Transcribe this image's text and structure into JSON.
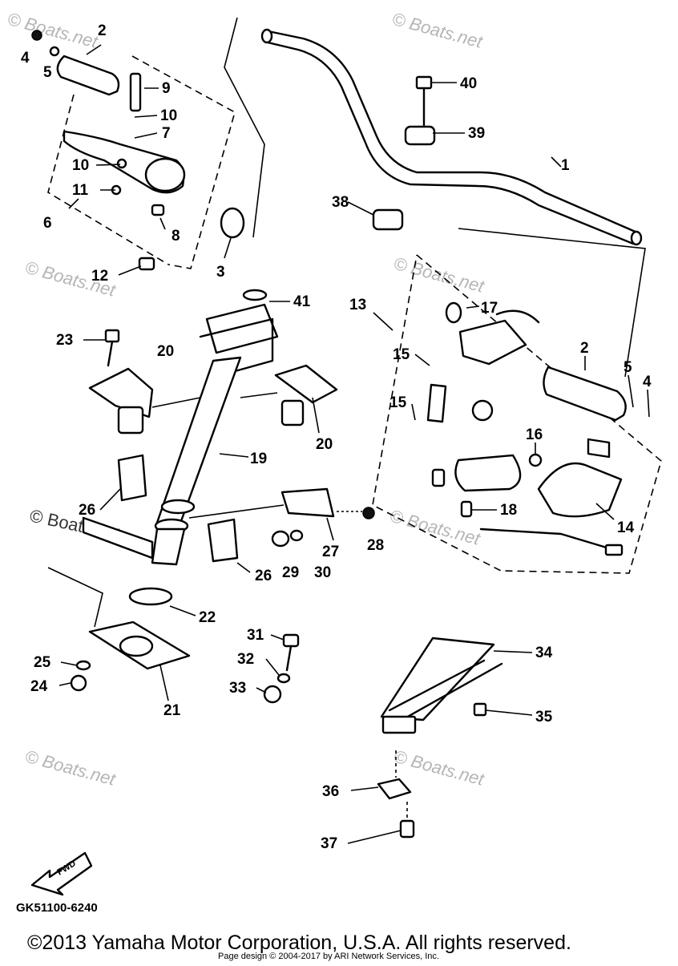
{
  "diagram": {
    "callouts": {
      "c1": "1",
      "c2a": "2",
      "c2b": "2",
      "c3": "3",
      "c4a": "4",
      "c4b": "4",
      "c5a": "5",
      "c5b": "5",
      "c6": "6",
      "c7": "7",
      "c8": "8",
      "c9": "9",
      "c10a": "10",
      "c10b": "10",
      "c11": "11",
      "c12": "12",
      "c13": "13",
      "c14": "14",
      "c15a": "15",
      "c15b": "15",
      "c16": "16",
      "c17": "17",
      "c18": "18",
      "c19": "19",
      "c20a": "20",
      "c20b": "20",
      "c21": "21",
      "c22": "22",
      "c23": "23",
      "c24": "24",
      "c25": "25",
      "c26a": "26",
      "c26b": "26",
      "c27": "27",
      "c28": "28",
      "c29": "29",
      "c30": "30",
      "c31": "31",
      "c32": "32",
      "c33": "33",
      "c34": "34",
      "c35": "35",
      "c36": "36",
      "c37": "37",
      "c38": "38",
      "c39": "39",
      "c40": "40",
      "c41": "41"
    },
    "fwd_label": "FWD",
    "drawing_code": "GK51100-6240",
    "watermark": "© Boats.net"
  },
  "footer": {
    "copyright": "©2013 Yamaha Motor Corporation, U.S.A. All rights reserved.",
    "page_design": "Page design © 2004-2017 by ARI Network Services, Inc."
  }
}
